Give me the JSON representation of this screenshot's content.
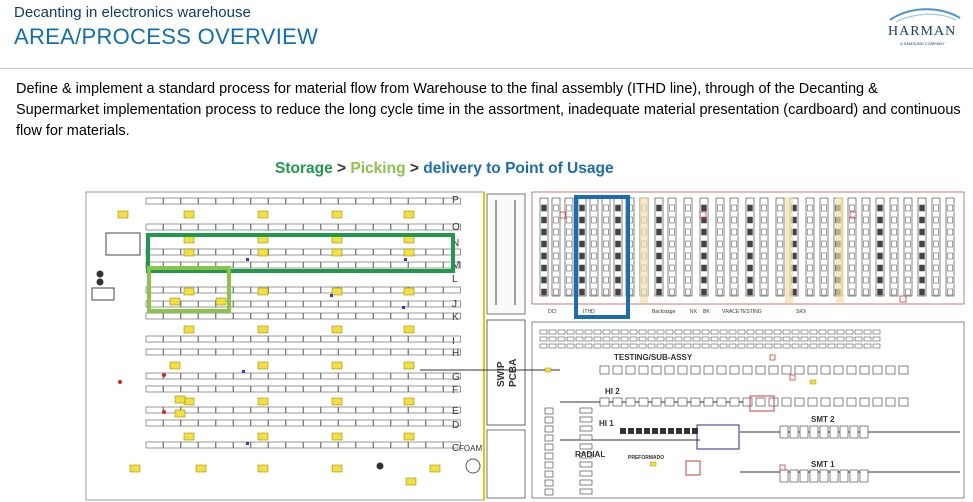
{
  "header": {
    "subtitle": "Decanting in electronics warehouse",
    "title": "AREA/PROCESS OVERVIEW"
  },
  "logo": {
    "wordmark": "HARMAN",
    "tagline": "A SAMSUNG COMPANY"
  },
  "description": "Define & implement a standard process for material flow from Warehouse to the final assembly (ITHD line), through of the Decanting & Supermarket implementation process to reduce the long cycle time in the assortment, inadequate material presentation (cardboard) and continuous flow for materials.",
  "flow": {
    "storage": "Storage",
    "separator": ">",
    "picking": "Picking",
    "delivery": "delivery to Point of Usage"
  },
  "legend_colors": {
    "storage": "#1f9a4b",
    "picking": "#8ac44a",
    "delivery": "#1b6db3"
  },
  "warehouse": {
    "row_labels": [
      "P",
      "O",
      "N",
      "M",
      "L",
      "J",
      "K",
      "I",
      "H",
      "G",
      "F",
      "E",
      "D",
      "C"
    ],
    "foam_label": "FOAM"
  },
  "production": {
    "swip_label": "SWIP",
    "pcba_label": "PCBA",
    "areas": [
      "TESTING/SUB-ASSY",
      "HI 2",
      "HI 1",
      "RADIAL",
      "PREFORMADO",
      "SMT 2",
      "SMT 1"
    ],
    "line_labels": [
      "DCI",
      "ITHD",
      "Backstage",
      "NX",
      "BK",
      "VRACE",
      "TESTING",
      "SRX"
    ]
  }
}
